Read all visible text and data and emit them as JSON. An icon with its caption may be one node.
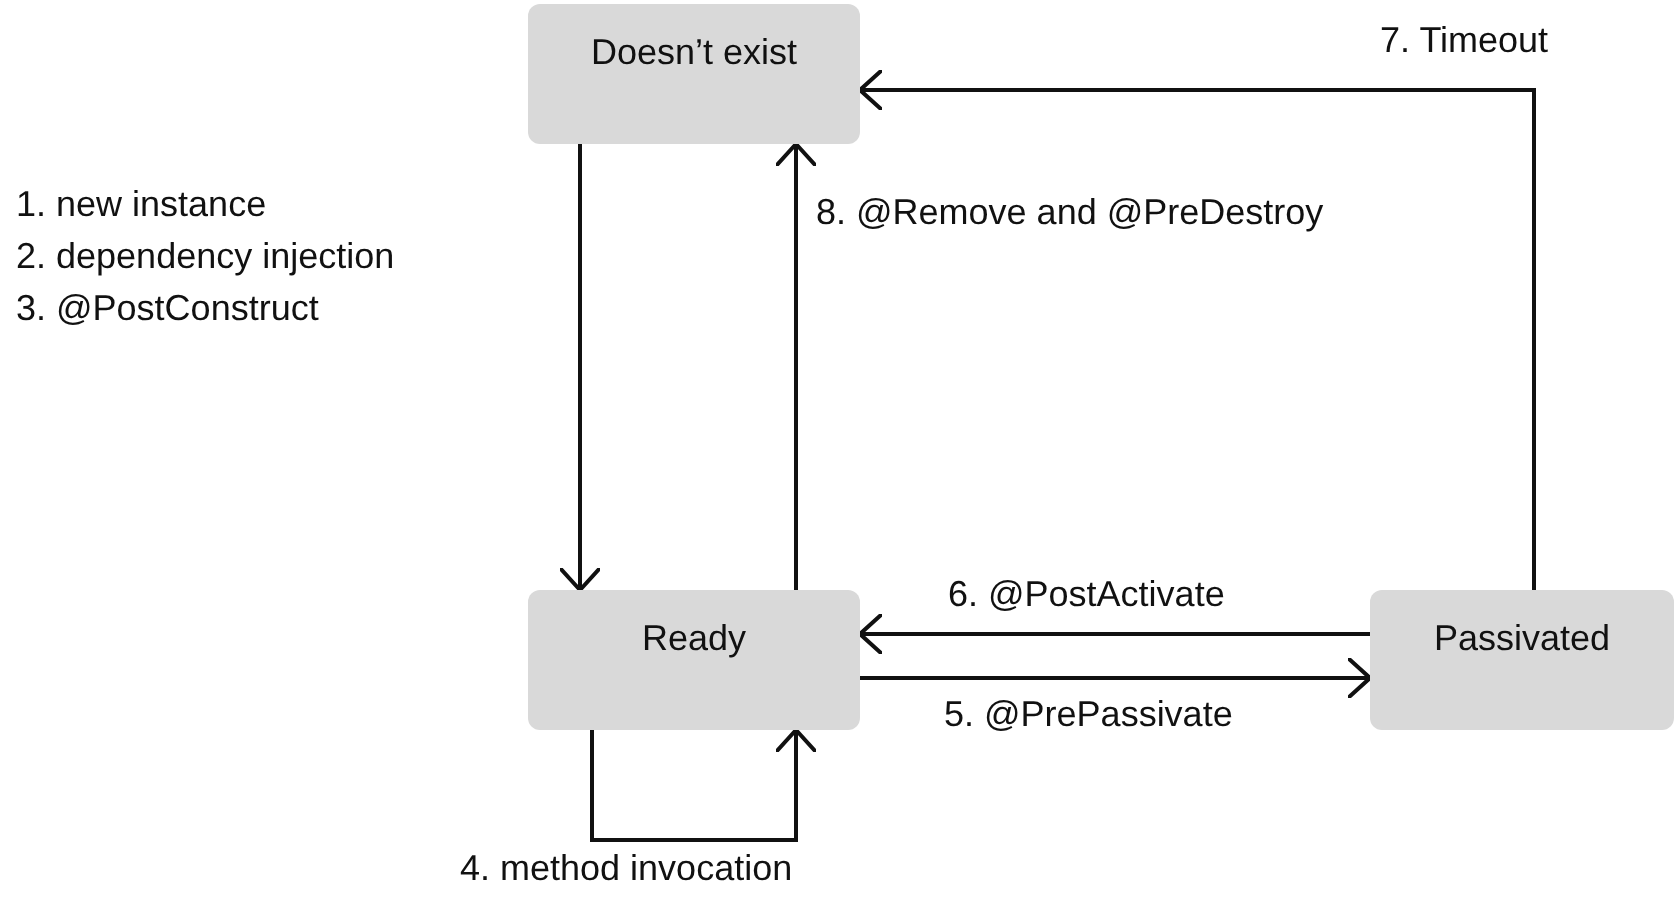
{
  "diagram": {
    "nodes": [
      {
        "text": [
          "Doesn’t exist"
        ]
      },
      {
        "text": [
          "Ready"
        ]
      },
      {
        "text": [
          "Passivated"
        ]
      }
    ],
    "edges": [
      {
        "from": 0,
        "to": 1,
        "arrow": "to"
      },
      {
        "from": 1,
        "to": 0,
        "arrow": "to",
        "label": "8. @Remove and @PreDestroy"
      },
      {
        "from": 2,
        "to": 0,
        "arrow": "to",
        "label": "7. Timeout"
      },
      {
        "from": 2,
        "to": 1,
        "arrow": "to",
        "label": "6. @PostActivate"
      },
      {
        "from": 1,
        "to": 2,
        "arrow": "to",
        "label": "5. @PrePassivate"
      },
      {
        "from": 1,
        "to": 1,
        "arrow": "to",
        "label": "4. method invocation"
      }
    ],
    "labels": [
      "1. new instance",
      "2. dependency injection",
      "3. @PostConstruct"
    ]
  }
}
